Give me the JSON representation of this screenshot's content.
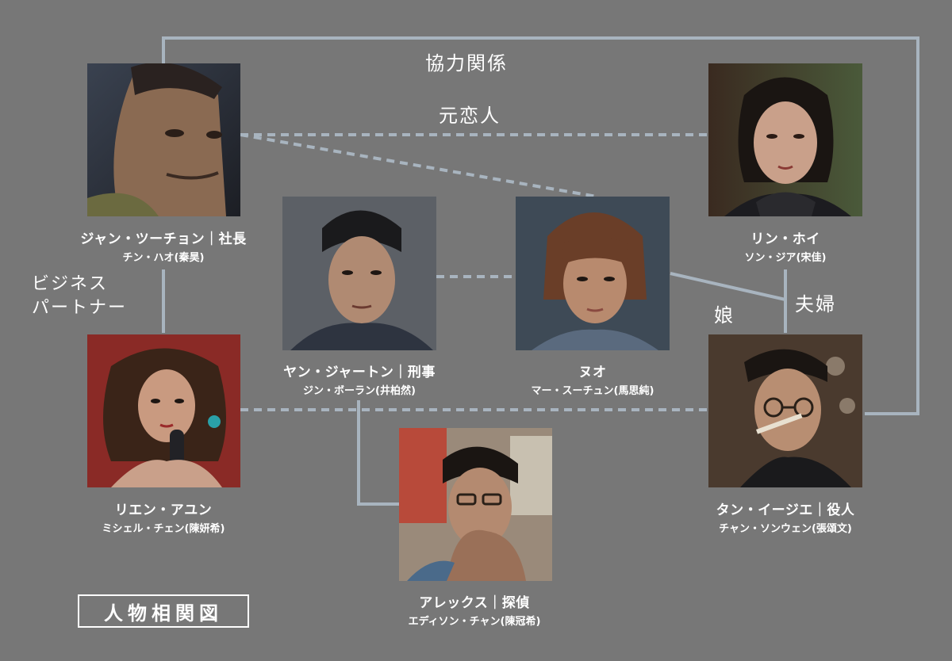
{
  "title": "人物相関図",
  "colors": {
    "background": "#777777",
    "line": "#a8b4bf",
    "text": "#ffffff"
  },
  "characters": [
    {
      "id": "jiang",
      "role": "ジャン・ツーチョン｜社長",
      "actor": "チン・ハオ(秦昊)"
    },
    {
      "id": "lin",
      "role": "リン・ホイ",
      "actor": "ソン・ジア(宋佳)"
    },
    {
      "id": "yang",
      "role": "ヤン・ジャートン｜刑事",
      "actor": "ジン・ボーラン(井柏然)"
    },
    {
      "id": "nuo",
      "role": "ヌオ",
      "actor": "マー・スーチュン(馬思純)"
    },
    {
      "id": "lien",
      "role": "リエン・アユン",
      "actor": "ミシェル・チェン(陳妍希)"
    },
    {
      "id": "tang",
      "role": "タン・イージエ｜役人",
      "actor": "チャン・ソンウェン(張頌文)"
    },
    {
      "id": "alex",
      "role": "アレックス｜探偵",
      "actor": "エディソン・チャン(陳冠希)"
    }
  ],
  "relations": {
    "cooperation": "協力関係",
    "ex_lovers": "元恋人",
    "business_partner_line1": "ビジネス",
    "business_partner_line2": "パートナー",
    "couple": "夫婦",
    "daughter": "娘"
  }
}
